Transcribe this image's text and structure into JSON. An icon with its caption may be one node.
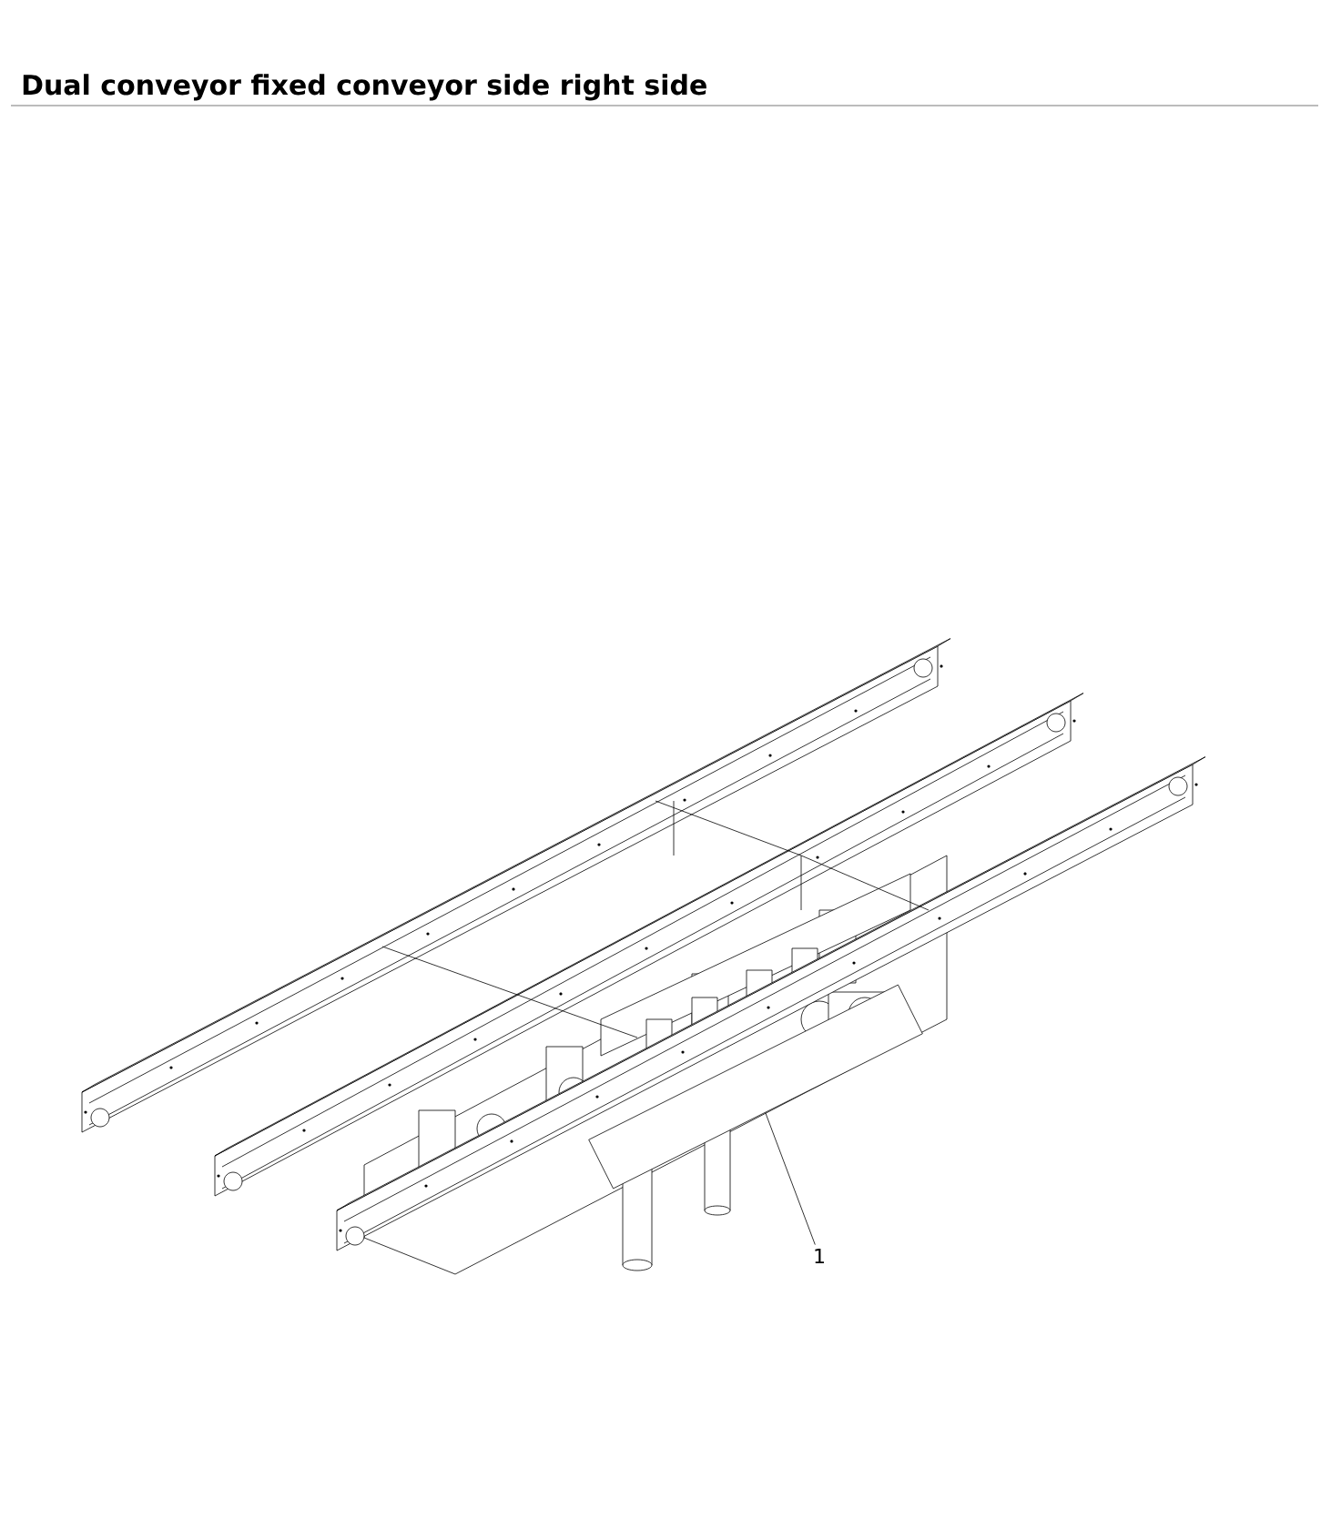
{
  "diagram": {
    "title": "Dual conveyor fixed conveyor side right side",
    "nodes": [
      {
        "text": [
          "1"
        ]
      },
      {
        "text": [],
        "shape": "box"
      }
    ],
    "edges": [
      {
        "from": 0,
        "to": 1,
        "arrow": "none"
      }
    ]
  }
}
